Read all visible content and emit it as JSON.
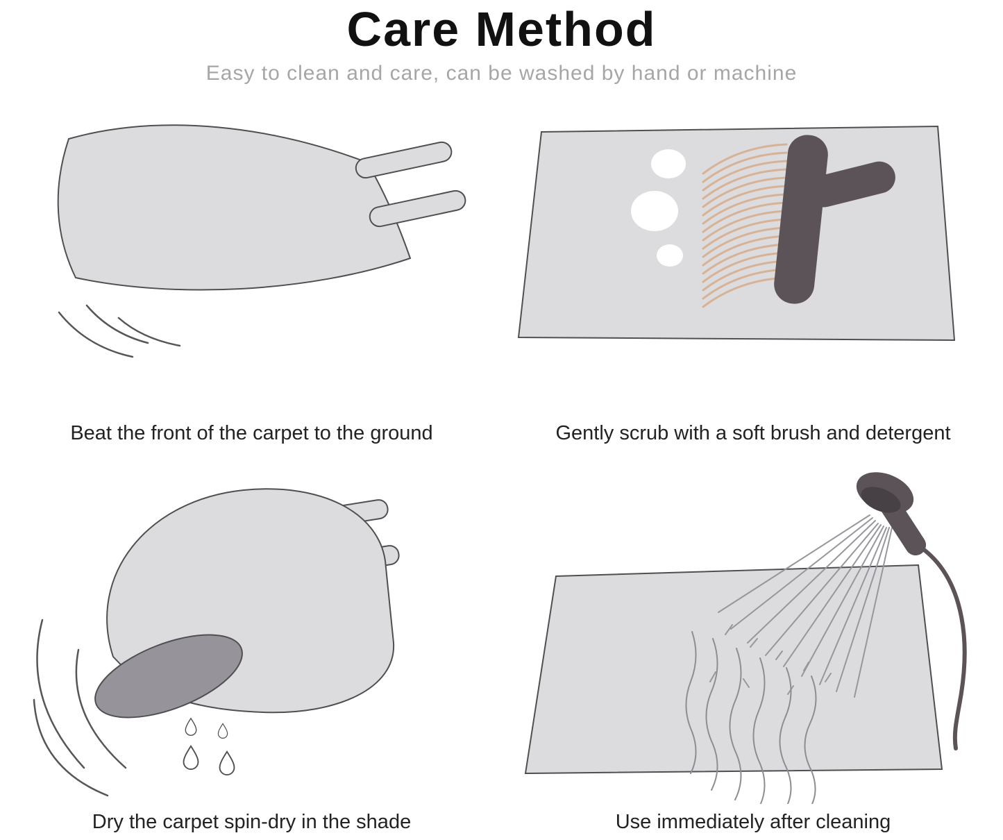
{
  "header": {
    "title": "Care Method",
    "subtitle": "Easy to clean and care, can be washed by hand or machine"
  },
  "steps": [
    {
      "icon": "carpet-beating-icon",
      "caption": "Beat the front of the carpet to the ground"
    },
    {
      "icon": "brush-scrub-icon",
      "caption": "Gently scrub with a soft brush and detergent"
    },
    {
      "icon": "spin-dry-icon",
      "caption": "Dry the carpet spin-dry in the shade"
    },
    {
      "icon": "shower-rinse-icon",
      "caption": "Use immediately after cleaning"
    }
  ],
  "colors": {
    "carpet_fill": "#dcdcdf",
    "outline": "#4f4f52",
    "dark_tool": "#5c5358",
    "roll_end_gray": "#97939b",
    "bristle_tan": "#d7b294",
    "foam_white": "#ffffff",
    "title_black": "#111111",
    "subtitle_gray": "#a6a6a6",
    "caption_dark": "#222222"
  }
}
